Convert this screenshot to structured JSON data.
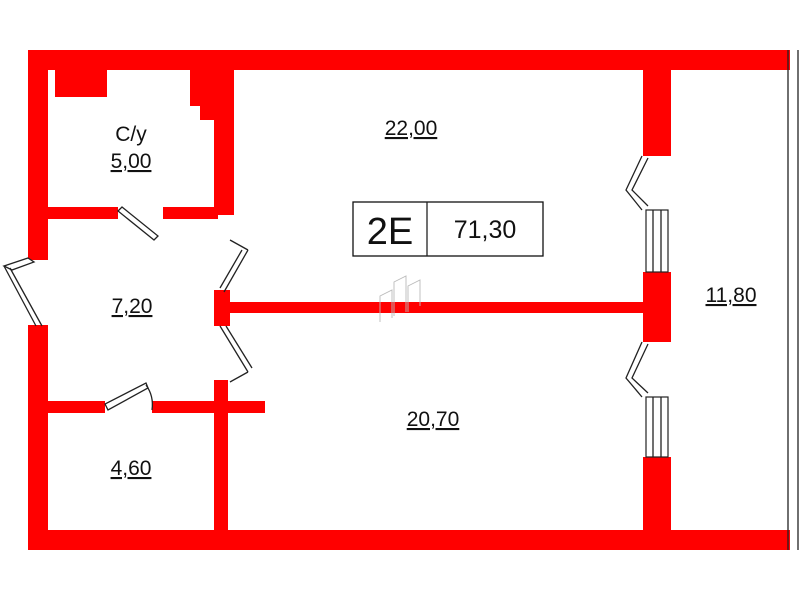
{
  "colors": {
    "wall": "#ff0000",
    "line": "#222222"
  },
  "apartment": {
    "type": "2E",
    "total_area": "71,30"
  },
  "rooms": {
    "bathroom": {
      "name": "С/у",
      "area": "5,00"
    },
    "room_upper": {
      "area": "22,00"
    },
    "hall": {
      "area": "7,20"
    },
    "storage": {
      "area": "4,60"
    },
    "room_lower": {
      "area": "20,70"
    },
    "balcony": {
      "area": "11,80"
    }
  }
}
